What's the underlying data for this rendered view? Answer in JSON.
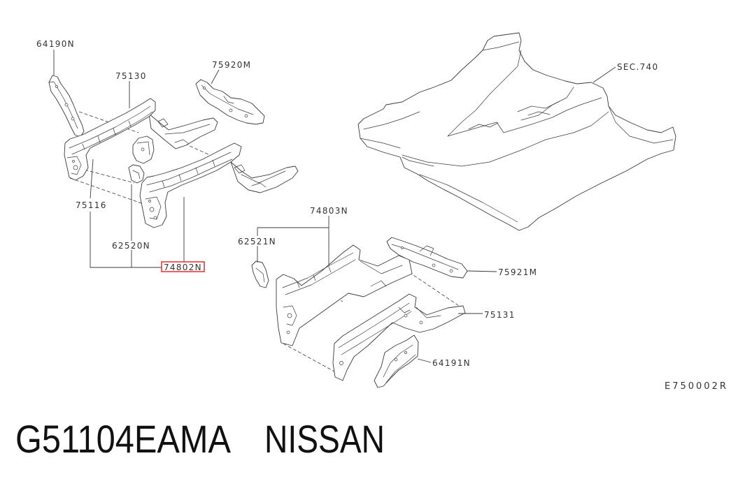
{
  "callouts": [
    {
      "text": "64190N"
    },
    {
      "text": "75130"
    },
    {
      "text": "75920M"
    },
    {
      "text": "SEC.740"
    },
    {
      "text": "75116"
    },
    {
      "text": "62520N"
    },
    {
      "text": "74802N",
      "highlighted": true
    },
    {
      "text": "74803N"
    },
    {
      "text": "62521N"
    },
    {
      "text": "75921M"
    },
    {
      "text": "75131"
    },
    {
      "text": "64191N"
    }
  ],
  "diagram_code": "E750002R",
  "caption": {
    "part_number": "G51104EAMA",
    "brand": "NISSAN"
  },
  "colors": {
    "highlight": "#e02020",
    "line": "#3a3a3a",
    "text": "#333333"
  }
}
